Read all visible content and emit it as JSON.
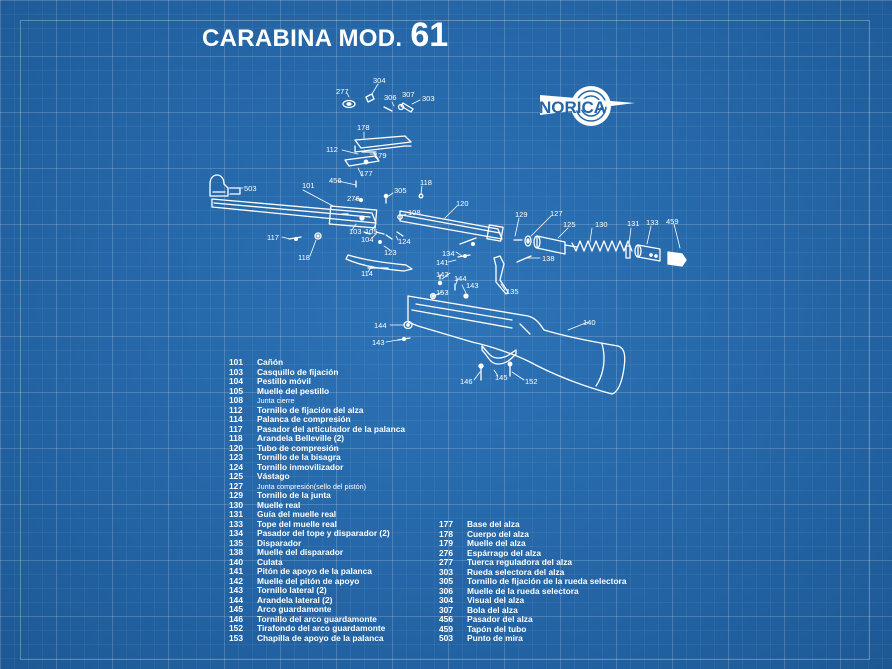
{
  "title": {
    "main": "CARABINA MOD.",
    "number": "61"
  },
  "brand": {
    "logo_text": "NORICA"
  },
  "callouts": [
    "277",
    "304",
    "306",
    "307",
    "303",
    "178",
    "112",
    "179",
    "456",
    "177",
    "101",
    "503",
    "305",
    "118",
    "276",
    "108",
    "120",
    "129",
    "127",
    "125",
    "130",
    "131",
    "133",
    "459",
    "117",
    "103",
    "105",
    "104",
    "124",
    "123",
    "118",
    "114",
    "134",
    "141",
    "138",
    "142",
    "144",
    "143",
    "153",
    "135",
    "144",
    "140",
    "143",
    "146",
    "145",
    "152"
  ],
  "legend_left": [
    {
      "code": "101",
      "desc": "Cañón"
    },
    {
      "code": "103",
      "desc": "Casquillo de fijación"
    },
    {
      "code": "104",
      "desc": "Pestillo móvil"
    },
    {
      "code": "105",
      "desc": "Muelle del pestillo"
    },
    {
      "code": "108",
      "desc": "Junta cierre"
    },
    {
      "code": "112",
      "desc": "Tornillo de fijación del alza"
    },
    {
      "code": "114",
      "desc": "Palanca de compresión"
    },
    {
      "code": "117",
      "desc": "Pasador del articulador de la palanca"
    },
    {
      "code": "118",
      "desc": "Arandela Belleville (2)"
    },
    {
      "code": "120",
      "desc": "Tubo de compresión"
    },
    {
      "code": "123",
      "desc": "Tornillo de la bisagra"
    },
    {
      "code": "124",
      "desc": "Tornillo inmovilizador"
    },
    {
      "code": "125",
      "desc": "Vástago"
    },
    {
      "code": "127",
      "desc": "Junta compresión(sello del pistón)"
    },
    {
      "code": "129",
      "desc": "Tornillo de la junta"
    },
    {
      "code": "130",
      "desc": "Muelle real"
    },
    {
      "code": "131",
      "desc": "Guía del muelle real"
    },
    {
      "code": "133",
      "desc": "Tope del muelle real"
    },
    {
      "code": "134",
      "desc": "Pasador del tope y disparador (2)"
    },
    {
      "code": "135",
      "desc": "Disparador"
    },
    {
      "code": "138",
      "desc": "Muelle del disparador"
    },
    {
      "code": "140",
      "desc": "Culata"
    },
    {
      "code": "141",
      "desc": "Pitón de apoyo de la palanca"
    },
    {
      "code": "142",
      "desc": "Muelle del pitón de apoyo"
    },
    {
      "code": "143",
      "desc": "Tornillo lateral (2)"
    },
    {
      "code": "144",
      "desc": "Arandela lateral (2)"
    },
    {
      "code": "145",
      "desc": "Arco guardamonte"
    },
    {
      "code": "146",
      "desc": "Tornillo del arco guardamonte"
    },
    {
      "code": "152",
      "desc": "Tirafondo del arco guardamonte"
    },
    {
      "code": "153",
      "desc": "Chapilla de apoyo de la palanca"
    }
  ],
  "legend_right": [
    {
      "code": "177",
      "desc": "Base del alza"
    },
    {
      "code": "178",
      "desc": "Cuerpo del alza"
    },
    {
      "code": "179",
      "desc": "Muelle del alza"
    },
    {
      "code": "276",
      "desc": "Espárrago del alza"
    },
    {
      "code": "277",
      "desc": "Tuerca reguladora del alza"
    },
    {
      "code": "303",
      "desc": "Rueda selectora del alza"
    },
    {
      "code": "305",
      "desc": "Tornillo de fijación de la rueda selectora"
    },
    {
      "code": "306",
      "desc": "Muelle de la rueda selectora"
    },
    {
      "code": "304",
      "desc": "Visual del alza"
    },
    {
      "code": "307",
      "desc": "Bola del alza"
    },
    {
      "code": "456",
      "desc": "Pasador del alza"
    },
    {
      "code": "459",
      "desc": "Tapón del tubo"
    },
    {
      "code": "503",
      "desc": "Punto de mira"
    }
  ]
}
